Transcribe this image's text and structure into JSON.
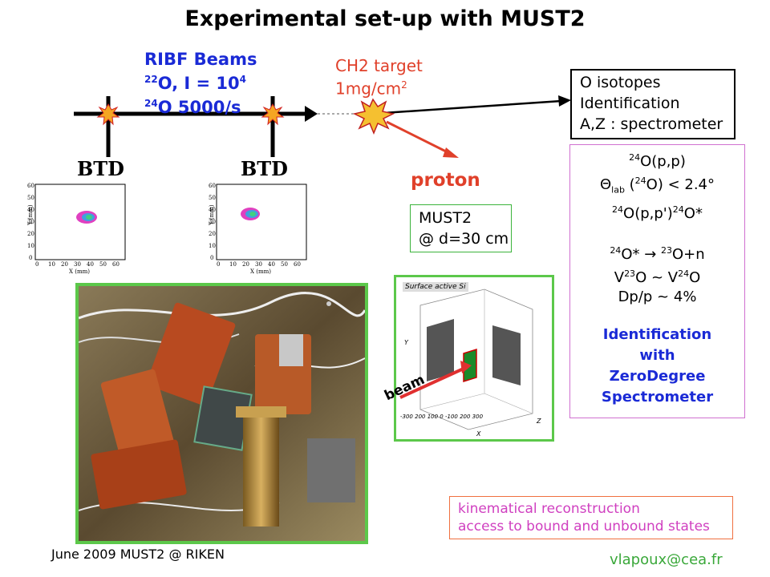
{
  "title": "Experimental set-up with MUST2",
  "beams": {
    "heading": "RIBF Beams",
    "line1_iso": "22",
    "line1_el": "O, I = 10",
    "line1_exp": "4",
    "line2_iso": "24",
    "line2_rest": "O 5000/s"
  },
  "target": {
    "line1": "CH2 target",
    "line2_base": "1mg/cm",
    "line2_exp": "2"
  },
  "btd_left": "BTD",
  "btd_right": "BTD",
  "proton_label": "proton",
  "must2": {
    "line1": "MUST2",
    "line2": "@ d=30 cm"
  },
  "o_isotopes": {
    "line1": "O isotopes",
    "line2": "Identification",
    "line3": "A,Z : spectrometer"
  },
  "reaction": {
    "r1_iso": "24",
    "r1_rest": "O(p,p)",
    "r2_theta": "Θ",
    "r2_sub": "lab",
    "r2_open": " (",
    "r2_iso": "24",
    "r2_rest": "O) < 2.4°",
    "r3_iso": "24",
    "r3_mid": "O(p,p')",
    "r3_iso2": "24",
    "r3_rest": "O*",
    "r4_iso": "24",
    "r4_mid": "O* → ",
    "r4_iso2": "23",
    "r4_rest": "O+n",
    "r5_v": "V",
    "r5_iso": "23",
    "r5_mid": "O ~ V",
    "r5_iso2": "24",
    "r5_rest": "O",
    "r6": "Dp/p ~ 4%",
    "b1": "Identification",
    "b2": "with",
    "b3": "ZeroDegree",
    "b4": "Spectrometer"
  },
  "plot": {
    "ylabel": "Y (mm)",
    "xlabel": "X (mm)",
    "yticks": [
      "60",
      "50",
      "40",
      "30",
      "20",
      "10",
      "0"
    ],
    "xticks": [
      "0",
      "10",
      "20",
      "30",
      "40",
      "50",
      "60"
    ]
  },
  "sim": {
    "label": "Surface active Si",
    "beam_label": "beam",
    "axis_x": "X",
    "axis_y": "Y",
    "axis_z": "Z",
    "xticks": "-300 200 100 0 -100 200 300"
  },
  "kinematics": {
    "line1": "kinematical reconstruction",
    "line2": "access to bound and unbound states"
  },
  "footer_left": "June 2009 MUST2 @ RIKEN",
  "footer_right": "vlapoux@cea.fr",
  "colors": {
    "blue": "#1a2ad6",
    "red": "#e0402a",
    "green": "#5cc84a",
    "magenta": "#d040c0",
    "pink_border": "#d070d0"
  }
}
